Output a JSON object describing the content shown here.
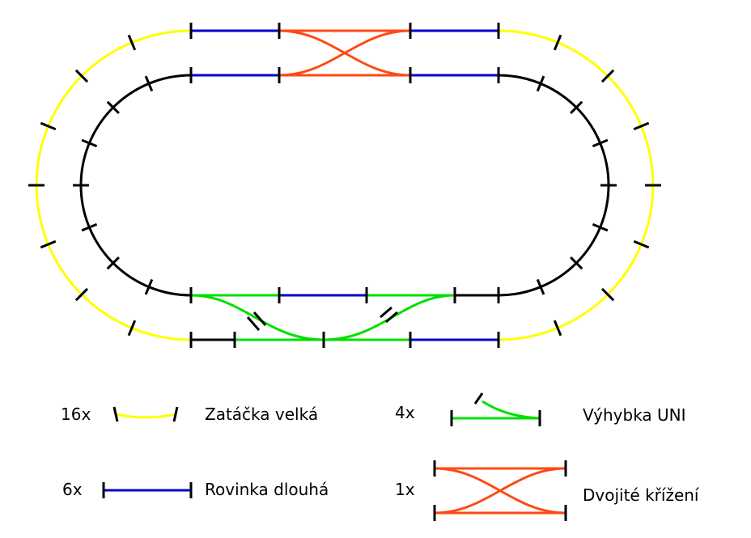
{
  "colors": {
    "curve_large": "#ffff00",
    "straight_long": "#0000cc",
    "turnout_uni": "#00e000",
    "double_crossing": "#ff4a12",
    "plain_track": "#000000",
    "joint": "#000000"
  },
  "legend": {
    "curve": {
      "count": "16x",
      "label": "Zatáčka velká"
    },
    "straight": {
      "count": "6x",
      "label": "Rovinka dlouhá"
    },
    "turnout": {
      "count": "4x",
      "label": "Výhybka UNI"
    },
    "crossing": {
      "count": "1x",
      "label": "Dvojité křížení"
    }
  }
}
